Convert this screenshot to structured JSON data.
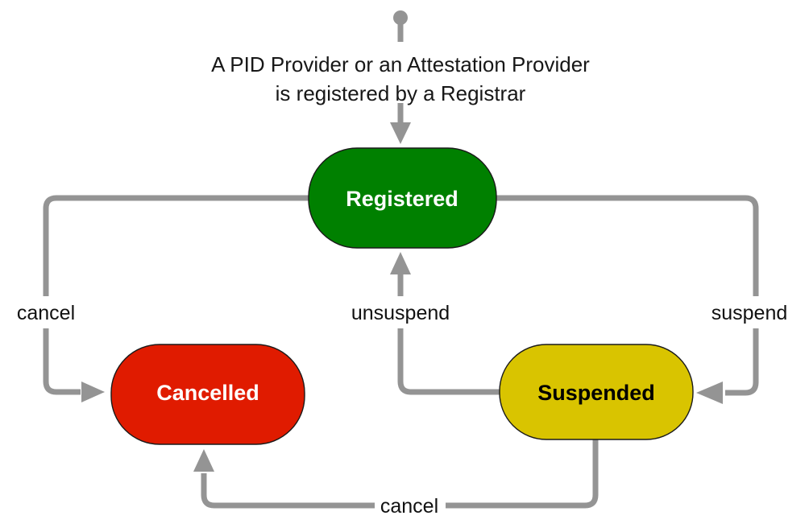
{
  "diagram": {
    "title_caption": {
      "line1": "A PID Provider or an Attestation Provider",
      "line2": "is registered by a Registrar"
    },
    "start_marker": {
      "name": "initial-state-dot",
      "color": "#949494"
    },
    "edge_stroke_color": "#949494",
    "nodes": [
      {
        "id": "registered",
        "label": "Registered",
        "fill": "#008000",
        "text_color": "#ffffff",
        "border_color": "#1a1a1a"
      },
      {
        "id": "cancelled",
        "label": "Cancelled",
        "fill": "#e01b00",
        "text_color": "#ffffff",
        "border_color": "#1a1a1a"
      },
      {
        "id": "suspended",
        "label": "Suspended",
        "fill": "#d9c400",
        "text_color": "#000000",
        "border_color": "#1a1a1a"
      }
    ],
    "transitions": [
      {
        "id": "registered-to-cancelled",
        "label": "cancel",
        "from": "registered",
        "to": "cancelled"
      },
      {
        "id": "suspended-to-registered",
        "label": "unsuspend",
        "from": "suspended",
        "to": "registered"
      },
      {
        "id": "registered-to-suspended",
        "label": "suspend",
        "from": "registered",
        "to": "suspended"
      },
      {
        "id": "suspended-to-cancelled",
        "label": "cancel",
        "from": "suspended",
        "to": "cancelled"
      }
    ]
  }
}
